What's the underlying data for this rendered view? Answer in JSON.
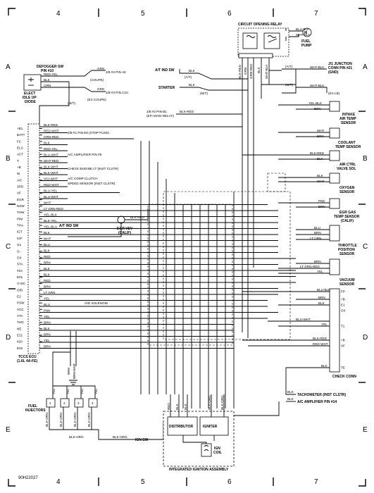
{
  "grid": {
    "cols": [
      "4",
      "5",
      "6",
      "7"
    ],
    "rows": [
      "A",
      "B",
      "C",
      "D",
      "E"
    ],
    "code": "90H22027"
  },
  "components": {
    "circuit_opening_relay": "CIRCUIT OPENING RELAY",
    "fuel_pump": [
      "FUEL",
      "PUMP"
    ],
    "defogger_sw": [
      "DEFOGGER SW",
      "PIN #10"
    ],
    "elect_idle_diode": [
      "ELECT",
      "IDLE UP",
      "DIODE"
    ],
    "ac_idle_sw": "A/T IND SW",
    "starter": "STARTER",
    "jb1_junction": [
      "J/1 JUNCTION",
      "CONN PIN #21",
      "(GND)"
    ],
    "ex_lb": "(EX LB)",
    "intake_air_temp": [
      "INTAKE",
      "AIR TEMP",
      "SENSOR"
    ],
    "coolant_temp": [
      "COOLANT",
      "TEMP SENSOR"
    ],
    "air_ctrl_valve": [
      "AIR CTRL",
      "VALVE SOL"
    ],
    "oxygen_sensor": [
      "OXYGEN",
      "SENSOR"
    ],
    "egr_gas_temp": [
      "EGR GAS",
      "TEMP SENSOR",
      "(CALIF)"
    ],
    "throttle_position": [
      "THROTTLE",
      "POSITION",
      "SENSOR"
    ],
    "vacuum_sensor": [
      "VACUUM",
      "SENSOR"
    ],
    "check_conn": "CHECK CONN",
    "tccs_ecu": [
      "TCCS ECU",
      "(1.6L 4A-FE)"
    ],
    "egr_vsv": [
      "EGR VSV",
      "(CALIF)"
    ],
    "fuel_injectors": [
      "FUEL",
      "INJECTORS"
    ],
    "distributor": "DISTRIBUTOR",
    "igniter": "IGNITER",
    "ign_coil": [
      "IGN",
      "COIL"
    ],
    "integrated_ignition": "INTEGRATED IGNITION ASSEMBLY",
    "tachometer": "TACHOMETER (INST CLSTR)",
    "ac_amp_14": "A/C AMPLIFIER PIN #14",
    "ign_sw": "IGN SW",
    "od_solenoid": "O/D SOLENOID",
    "at_ind_sw2": "A/T IND SW"
  },
  "top_notes": {
    "jb2_a8": "J/B #2 PIN A8",
    "coupe": "(COUPE)",
    "jb2_c10": "J/B #3 PIN C10",
    "ex_coupe": "(EX COUPE)",
    "at": "(A/T)",
    "mt": "(M/T)",
    "mt2": "(M/T)",
    "jb2_b1": [
      "J/B #2 PIN B1",
      "(EFI MAIN RELAY)"
    ],
    "jb1_e9": "J/B #1 PIN E9 (STOP FUSE)",
    "ac_amp_9": "A/C AMPLIFIER PIN #9",
    "check_engine": "CHECK ENGINE LT (INST CLSTR)",
    "ac_comp": "A/C COMP CLUTCH",
    "speed_sensor": "SPEED SENSOR (INST CLSTR)"
  },
  "ecu_pins": [
    "+B1",
    "BATT",
    "FC",
    "ELS",
    "ACT",
    "T",
    "+B",
    "W",
    "A/C",
    "SPD",
    "VF",
    "EGR",
    "NSW",
    "THW",
    "PIM",
    "THA",
    "IGT",
    "IGF",
    "G1",
    "G-",
    "OX",
    "STA",
    "#10",
    "E01",
    "V-ISC",
    "O/D",
    "E2",
    "PSW",
    "VCC",
    "VTA",
    "THG",
    "NE",
    "E21",
    "#20",
    "E02"
  ],
  "ecu_wires": [
    "BLK-RED",
    "RED-WHT",
    "GRN-RED",
    "BLK",
    "RED-YEL",
    "BLU-WHT",
    "WHT-RED",
    "BLK-WHT",
    "BLK-WHT",
    "VIO-WHT",
    "RED-WHT",
    "BLU-YEL",
    "BLU-WHT",
    "WHT",
    "LT GRN-RED",
    "YEL-BLK",
    "BLK-YEL",
    "YEL-BLU",
    "BLK",
    "WHT",
    "BLU",
    "BLK",
    "RED",
    "BRN",
    "BLK",
    "BLK",
    "RED",
    "BRN",
    "LT GRN",
    "YEL",
    "BLU",
    "PNK",
    "YEL",
    "BRN",
    "BLK",
    "BRN",
    "YEL",
    "BRN"
  ],
  "wire_labels": {
    "def_red_yel": "RED-YEL",
    "def_blk": "BLK",
    "def_grn": "GRN",
    "grn_a8": "GRN",
    "grn_c10": "GRN",
    "relay_blu_blk": "BLU-BLK",
    "relay_wht_blk": "WHT-BLK",
    "at_blk": "BLK",
    "starter_blk": "BLK",
    "relay_col1": "BLK-RED",
    "relay_col2": "GRN",
    "relay_col3": "GRN-RED",
    "relay_col4": "BLK",
    "relay_col5": "WHT-BLK",
    "j1_wht_blk": "WHT-BLK",
    "j1_wht_blk2": "WHT-BLK",
    "efi_blk_red": "BLK-RED",
    "iat_yel_blk": "YEL-BLK",
    "iat_brn": "BRN",
    "ct_wht": "WHT",
    "ct_brn": "BRN",
    "acv_blk_red": "BLK-RED",
    "acv_blk": "BLK",
    "ox_blk": "BLK",
    "ox_wht": "WHT",
    "egrt_pnk": "PNK",
    "egrt_brn": "BRN",
    "tps_blu": "BLU",
    "tps_brn": "BRN",
    "tps_ltgrn": "LT GRN",
    "vac_brn": "BRN",
    "vac_ltgrn_red": "LT GRN-RED",
    "vac_yel": "YEL",
    "cc_blu_blk": "BLU-BLK",
    "cc_brn": "BRN",
    "cc_blk": "BLK",
    "cc_blu_wht": "BLU-WHT",
    "cc_yel": "YEL",
    "cc_blk_red": "BLK-RED",
    "cc_red_wht": "RED-WHT",
    "cc_blk2": "BLK",
    "egr_blk_red": "BLK-RED",
    "tach_blk": "BLK",
    "amp_blk": "BLK",
    "ign_blk_org": "BLK-ORG",
    "ign_blk_org2": "BLK-ORG",
    "inj_wires": [
      "BLK-ORG",
      "YEL",
      "BLK-ORG",
      "YEL",
      "BLK-ORG",
      "YEL",
      "BLK-ORG",
      "YEL"
    ],
    "ia_wires": [
      "RED",
      "BLK",
      "BLK",
      "BLK-ORG",
      "BLK-ORG"
    ],
    "gnd_wires": [
      "BRN",
      "BRN-WHT"
    ]
  },
  "check_conn_pins": [
    "FP",
    "+B",
    "E1",
    "OX",
    "T1",
    "+B",
    "VF",
    "TE"
  ]
}
